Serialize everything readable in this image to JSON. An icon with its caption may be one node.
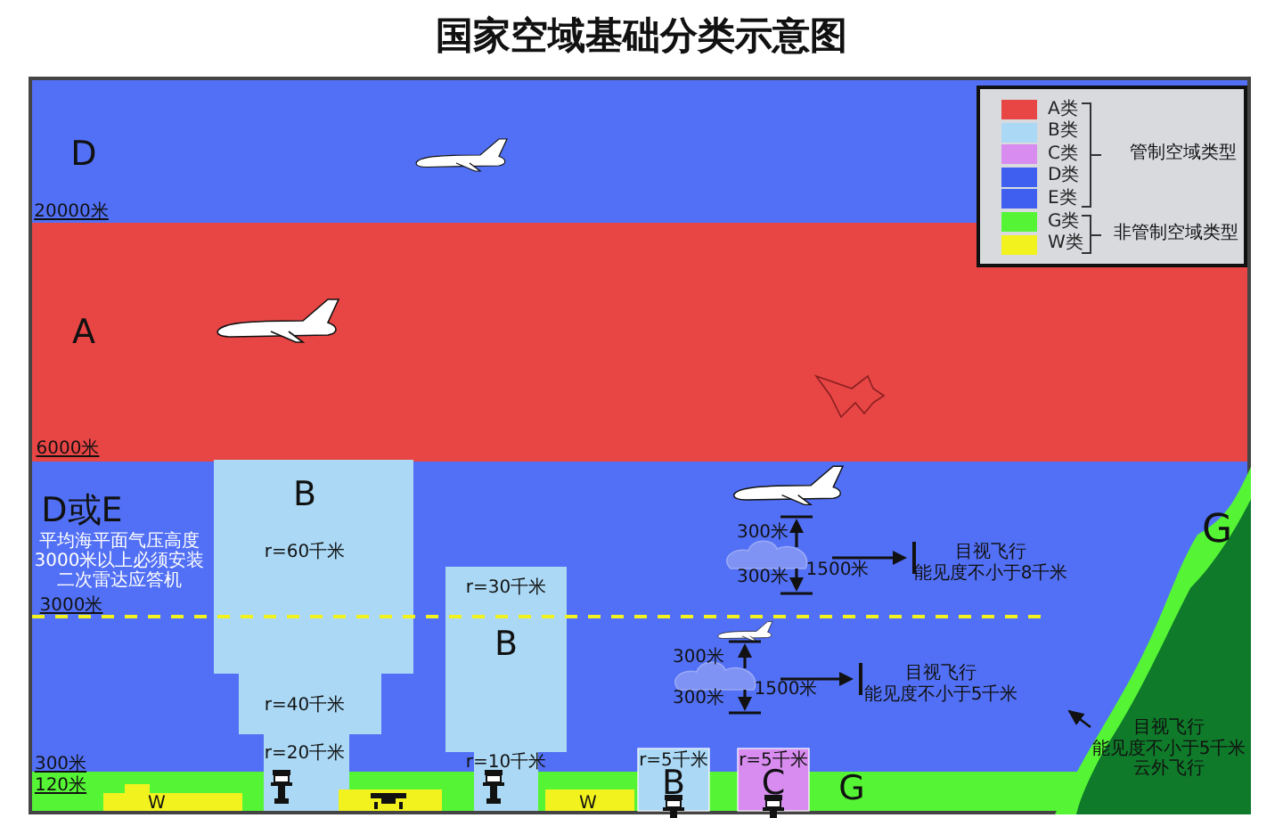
{
  "diagram": {
    "title": "国家空域基础分类示意图",
    "nodes": [
      {
        "text": [
          "目视飞行",
          "能见度不小于5千米",
          "云外飞行"
        ]
      },
      {
        "text": [],
        "shape": "band"
      }
    ],
    "edges": [
      {
        "from": 0,
        "to": 1,
        "arrow": "to"
      }
    ],
    "labels": [
      "D",
      "20000米",
      "A",
      "6000米",
      "D或E",
      "B",
      "r=60千米",
      "平均海平面气压高度",
      "3000米以上必须安装",
      "二次雷达应答机",
      "3000米",
      "r=30千米",
      "B",
      "300米",
      "300米",
      "1500米",
      "目视飞行",
      "能见度不小于8千米",
      "G",
      "300米",
      "300米",
      "1500米",
      "目视飞行",
      "能见度不小于5千米",
      "r=40千米",
      "r=20千米",
      "r=10千米",
      "300米",
      "120米",
      "r=5千米",
      "B",
      "r=5千米",
      "C",
      "G",
      "W",
      "W",
      "管制空域类型",
      "非管制空域类型"
    ],
    "legend": [
      {
        "text": "A类",
        "color": "#e84545"
      },
      {
        "text": "B类",
        "color": "#aad8f5"
      },
      {
        "text": "C类",
        "color": "#d88cf0"
      },
      {
        "text": "D类",
        "color": "#3f5ff0"
      },
      {
        "text": "E类",
        "color": "#3f5ff0"
      },
      {
        "text": "G类",
        "color": "#55f535"
      },
      {
        "text": "W类",
        "color": "#f2f21e"
      }
    ]
  }
}
